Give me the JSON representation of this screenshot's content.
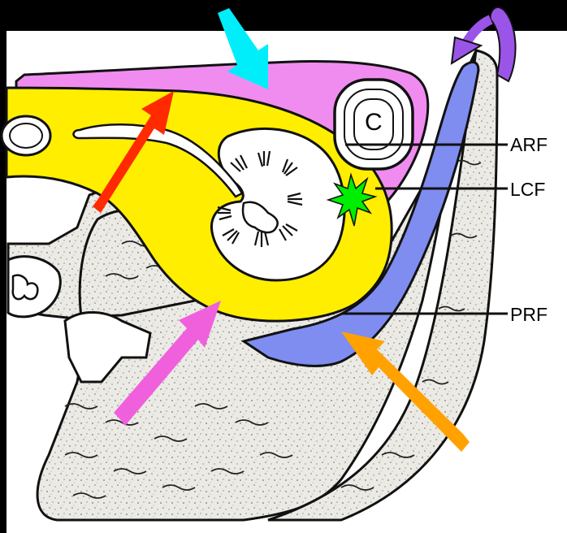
{
  "labels": {
    "arf": "ARF",
    "lcf": "LCF",
    "prf": "PRF",
    "colon": "C"
  },
  "colors": {
    "anterior_pararenal_space": "#f08cf0",
    "perirenal_space": "#ffee00",
    "posterior_pararenal_space": "#7f8cf0",
    "cyan_arrow": "#00eefa",
    "red_arrow": "#ff2a00",
    "pink_arrow": "#f060dd",
    "orange_arrow": "#ffa200",
    "purple_arrow": "#9a55e8",
    "green_star": "#00ee00"
  }
}
